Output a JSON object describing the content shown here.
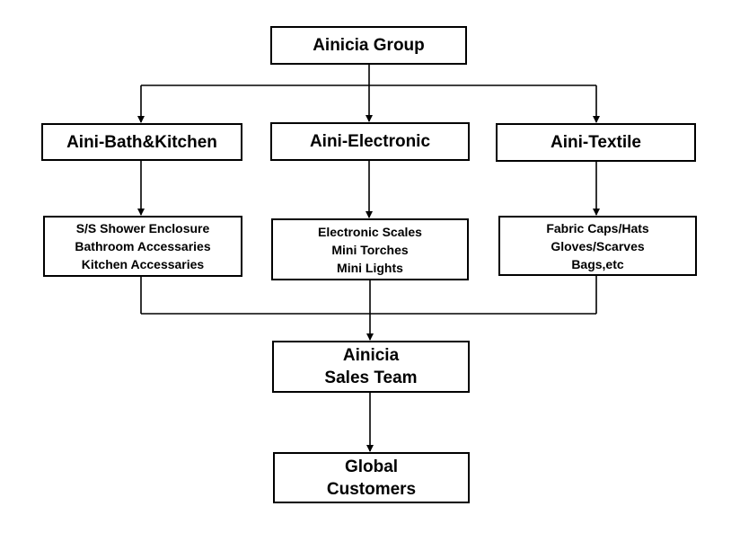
{
  "nodes": {
    "group": {
      "lines": [
        "Ainicia Group"
      ]
    },
    "bath_kitchen": {
      "lines": [
        "Aini-Bath&Kitchen"
      ]
    },
    "electronic": {
      "lines": [
        "Aini-Electronic"
      ]
    },
    "textile": {
      "lines": [
        "Aini-Textile"
      ]
    },
    "bath_products": {
      "lines": [
        "S/S Shower Enclosure",
        "Bathroom Accessaries",
        "Kitchen Accessaries"
      ]
    },
    "electronic_products": {
      "lines": [
        "Electronic Scales",
        "Mini Torches",
        "Mini Lights"
      ]
    },
    "textile_products": {
      "lines": [
        "Fabric Caps/Hats",
        "Gloves/Scarves",
        "Bags,etc"
      ]
    },
    "sales_team": {
      "lines": [
        "Ainicia",
        "Sales Team"
      ]
    },
    "customers": {
      "lines": [
        "Global",
        "Customers"
      ]
    }
  }
}
